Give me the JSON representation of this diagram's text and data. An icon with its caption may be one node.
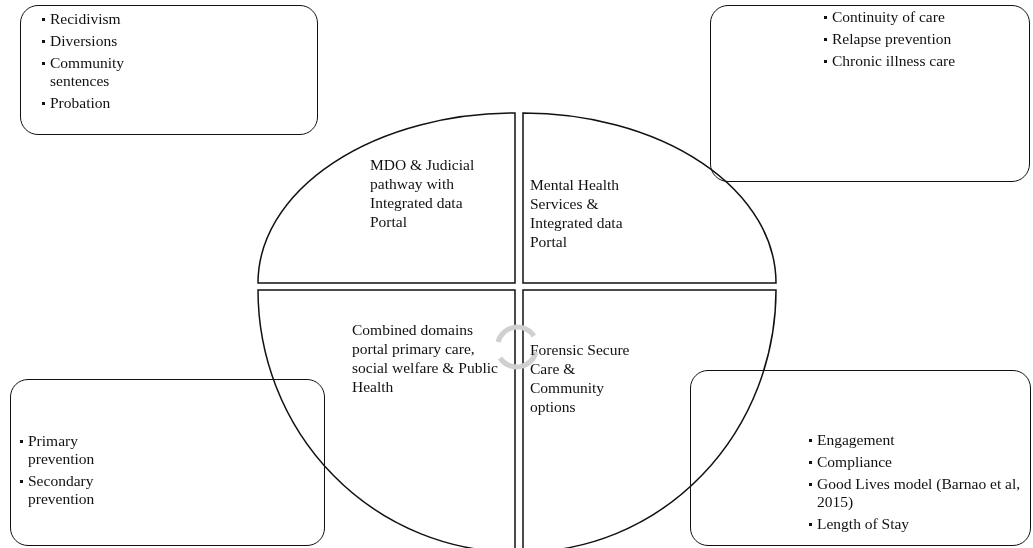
{
  "diagram": {
    "nodes": [
      {
        "text": [
          "MDO & Judicial pathway with Integrated data Portal"
        ]
      },
      {
        "text": [
          "Mental Health Services & Integrated data Portal"
        ]
      },
      {
        "text": [
          "Combined domains portal primary care, social welfare & Public Health"
        ]
      },
      {
        "text": [
          "Forensic Secure Care & Community options"
        ]
      },
      {
        "text": [
          "Recidivism",
          "Diversions",
          "Community sentences",
          "Probation"
        ]
      },
      {
        "text": [
          "Continuity of care",
          "Relapse prevention",
          "Chronic illness care"
        ]
      },
      {
        "text": [
          "Primary prevention",
          "Secondary prevention"
        ]
      },
      {
        "text": [
          "Engagement",
          "Compliance",
          "Good Lives model (Barnao et al, 2015)",
          "Length of Stay"
        ]
      }
    ]
  }
}
